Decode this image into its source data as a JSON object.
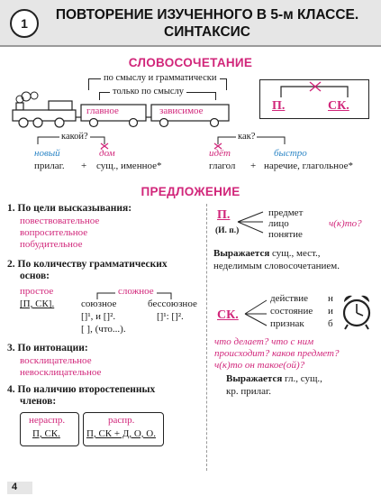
{
  "header": {
    "number": "1",
    "title_line1": "ПОВТОРЕНИЕ ИЗУЧЕННОГО В 5-м КЛАССЕ.",
    "title_line2": "СИНТАКСИС"
  },
  "phrase": {
    "title": "СЛОВОСОЧЕТАНИЕ",
    "link1": "по смыслу и грамматически",
    "link2": "только по смыслу",
    "main_word": "главное",
    "dependent_word": "зависимое",
    "cross_p": "П.",
    "cross_sk": "СК.",
    "q_left": "какой?",
    "q_right": "как?",
    "ex1_dep": "новый",
    "ex1_main": "дом",
    "ex2_main": "идёт",
    "ex2_dep": "быстро",
    "formula_left_1": "прилаг.",
    "plus": "+",
    "formula_left_2": "сущ., именное*",
    "formula_right_1": "глагол",
    "formula_right_2": "наречие, глагольное*"
  },
  "sentence": {
    "title": "ПРЕДЛОЖЕНИЕ",
    "item1_title": "1. По цели высказывания:",
    "item1_values": [
      "повествовательное",
      "вопросительное",
      "побудительное"
    ],
    "item2_title_a": "2. По количеству грамматических",
    "item2_title_b": "основ:",
    "simple": "простое",
    "simple_formula": "[П, СК].",
    "complex": "сложное",
    "union": "союзное",
    "nonunion": "бессоюзное",
    "union_f1": "[]¹, и []².",
    "union_f2": "[ ], (что...).",
    "nonunion_f": "[]¹: []².",
    "item3_title": "3. По интонации:",
    "item3_values": [
      "восклицательное",
      "невосклицательное"
    ],
    "item4_title_a": "4. По наличию второстепенных",
    "item4_title_b": "членов:",
    "nonext": "нераспр.",
    "nonext_f": "П, СК.",
    "ext": "распр.",
    "ext_f": "П, СК + Д, О, О."
  },
  "subject": {
    "label": "П.",
    "case": "(И. п.)",
    "branches": [
      "предмет",
      "лицо",
      "понятие"
    ],
    "question": "ч(к)то?",
    "expressed_label": "Выражается",
    "expressed_text": "сущ., мест.,",
    "expressed_text2": "неделимым словосочетанием."
  },
  "predicate": {
    "label": "СК.",
    "branches": [
      "действие",
      "состояние",
      "признак"
    ],
    "letters": [
      "н",
      "и",
      "б"
    ],
    "q1": "что делает? что с ним",
    "q2": "происходит? каков предмет?",
    "q3": "ч(к)то он такое(ой)?",
    "expressed_label": "Выражается",
    "expressed_text": "гл., сущ.,",
    "expressed_text2": "кр. прилаг."
  },
  "page_number": "4"
}
